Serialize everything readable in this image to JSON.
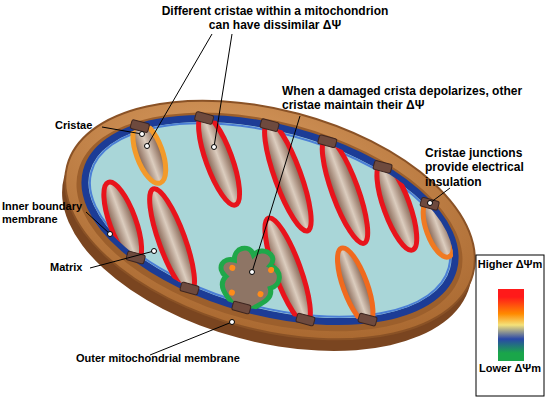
{
  "diagram": {
    "labels": [
      "Different cristae within a mitochondrion can have dissimilar ΔΨ",
      "When a damaged crista depolarizes, other cristae maintain their ΔΨ",
      "Cristae",
      "Cristae junctions provide electrical insulation",
      "Inner boundary membrane",
      "Matrix",
      "Outer mitochondrial membrane"
    ],
    "legend": [
      {
        "text": "Higher ΔΨm",
        "color": "#ff1a1a"
      },
      {
        "text": "Lower ΔΨm",
        "color": "#1aa64a"
      }
    ]
  }
}
